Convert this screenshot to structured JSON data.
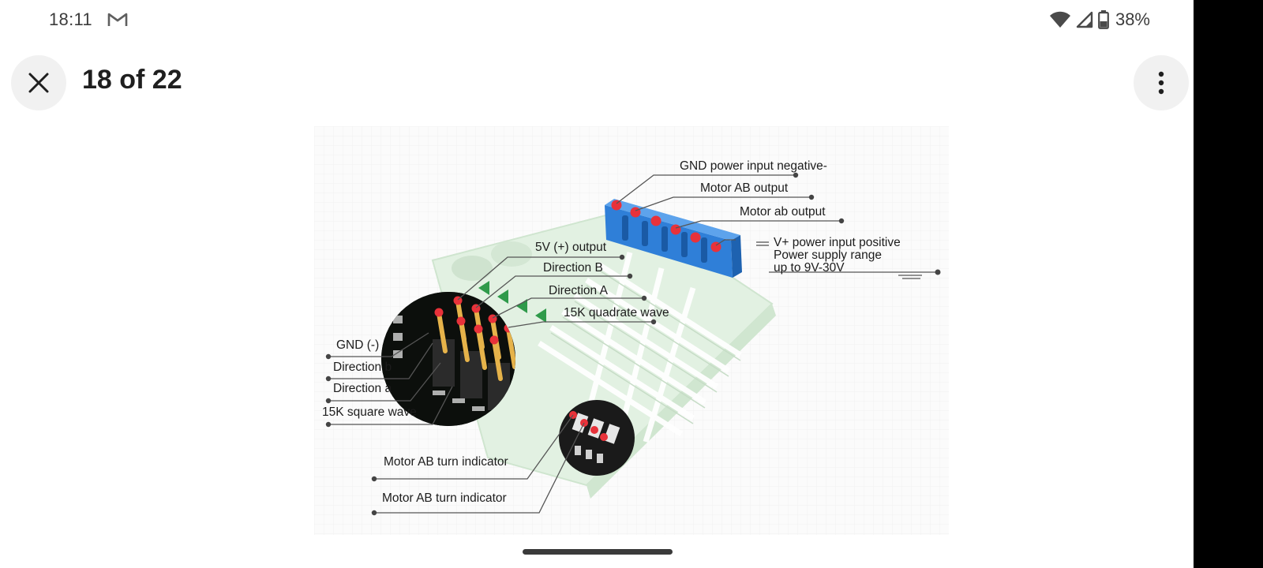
{
  "status_bar": {
    "time": "18:11",
    "notification_icon": "gmail-icon",
    "battery_percent": "38%",
    "icons": [
      "wifi-icon",
      "signal-icon",
      "battery-icon"
    ]
  },
  "app_bar": {
    "title": "18 of 22",
    "close_icon": "close-icon",
    "more_icon": "more-vert-icon"
  },
  "diagram": {
    "labels": {
      "gnd_power_input": "GND power input negative-",
      "motor_AB_output": "Motor AB output",
      "motor_ab_output": "Motor ab output",
      "vplus_line1": "V+ power input positive",
      "vplus_line2": "Power supply range",
      "vplus_line3": "up to 9V-30V",
      "five_v_output": "5V (+) output",
      "direction_B": "Direction B",
      "direction_A": "Direction A",
      "quadrate_wave": "15K quadrate wave",
      "gnd_minus": "GND (-)",
      "direction_b": "Direction b",
      "direction_a": "Direction a",
      "square_wave": "15K square wave",
      "turn_indicator_1": "Motor AB turn indicator",
      "turn_indicator_2": "Motor AB turn indicator"
    }
  },
  "colors": {
    "terminal_blue": "#2f7fd8",
    "pin_red": "#e8323a",
    "board_green": "#d8eed8",
    "header_green": "#2f9a4a"
  }
}
